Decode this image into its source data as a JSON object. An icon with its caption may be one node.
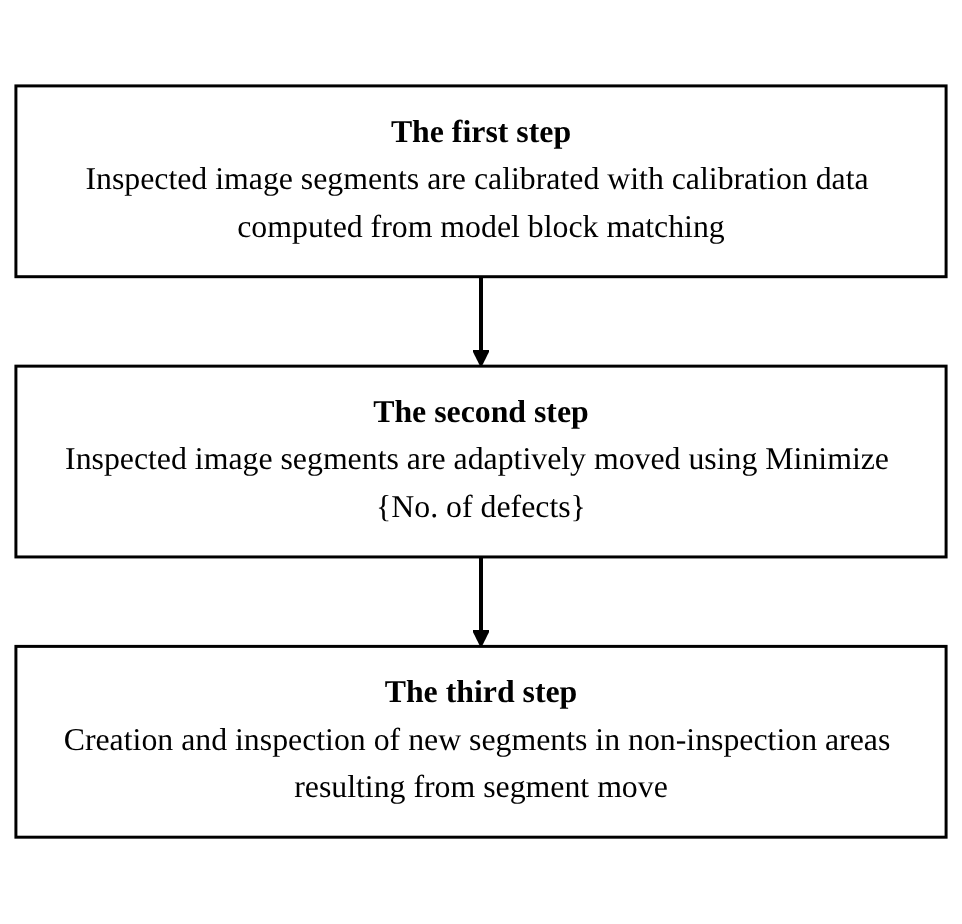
{
  "diagram": {
    "nodes": [
      {
        "text": [
          "The first step",
          "Inspected image segments are calibrated with calibration data computed from model block matching"
        ]
      },
      {
        "text": [
          "The second step",
          "Inspected image segments are adaptively moved using Minimize {No. of defects}"
        ]
      },
      {
        "text": [
          "The third step",
          "Creation and inspection of new segments in non-inspection areas resulting from segment move"
        ]
      }
    ],
    "edges": [
      {
        "from": 0,
        "to": 1,
        "arrow": "to"
      },
      {
        "from": 1,
        "to": 2,
        "arrow": "to"
      }
    ]
  }
}
